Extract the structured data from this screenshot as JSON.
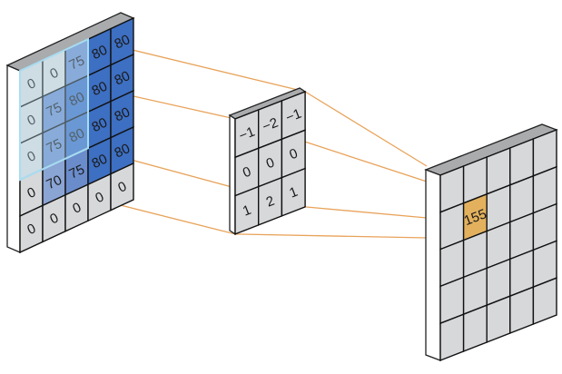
{
  "input": {
    "grid": [
      [
        "0",
        "0",
        "75",
        "80",
        "80"
      ],
      [
        "0",
        "75",
        "80",
        "80",
        "80"
      ],
      [
        "0",
        "75",
        "80",
        "80",
        "80"
      ],
      [
        "0",
        "70",
        "75",
        "80",
        "80"
      ],
      [
        "0",
        "0",
        "0",
        "0",
        "0"
      ]
    ],
    "receptive_field": {
      "row": 0,
      "col": 0,
      "size": 3
    }
  },
  "kernel": {
    "grid": [
      [
        "−1",
        "−2",
        "−1"
      ],
      [
        "0",
        "0",
        "0"
      ],
      [
        "1",
        "2",
        "1"
      ]
    ]
  },
  "output": {
    "rows": 5,
    "cols": 5,
    "highlight": {
      "row": 1,
      "col": 1,
      "value": "155"
    }
  },
  "colors": {
    "cell_gray": "#d6d8da",
    "blue_80": "#3d6fc2",
    "blue_75": "#6a8ccb",
    "blue_70": "#8aa4d4",
    "highlight_overlay": "#bfe6f5",
    "output_highlight": "#e3b15e",
    "connector_line": "#e8a35a",
    "slab_side": "#ffffff",
    "slab_top": "#a9abad"
  }
}
